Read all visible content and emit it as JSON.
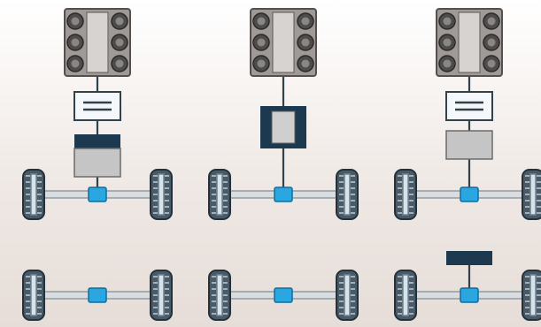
{
  "diagram": {
    "layouts": [
      {
        "engine": true,
        "clutch": true,
        "gearbox": "dark-cap-over-gray",
        "front_axle": {
          "differential": true,
          "wheels": 2
        },
        "rear_axle": {
          "differential": true,
          "wheels": 2,
          "motor": false
        }
      },
      {
        "engine": true,
        "clutch": false,
        "gearbox": "dark-frame-with-gray-core",
        "front_axle": {
          "differential": true,
          "wheels": 2
        },
        "rear_axle": {
          "differential": true,
          "wheels": 2,
          "motor": false
        }
      },
      {
        "engine": true,
        "clutch": true,
        "gearbox": "gray-only",
        "front_axle": {
          "differential": true,
          "wheels": 2
        },
        "rear_axle": {
          "differential": true,
          "wheels": 2,
          "motor": true
        }
      }
    ],
    "colors": {
      "differential": "#2aa7e0",
      "dark_component": "#1c3950",
      "gray_component": "#c6c5c5",
      "engine": "#9f9a97",
      "tire": "#4a5a66"
    }
  }
}
